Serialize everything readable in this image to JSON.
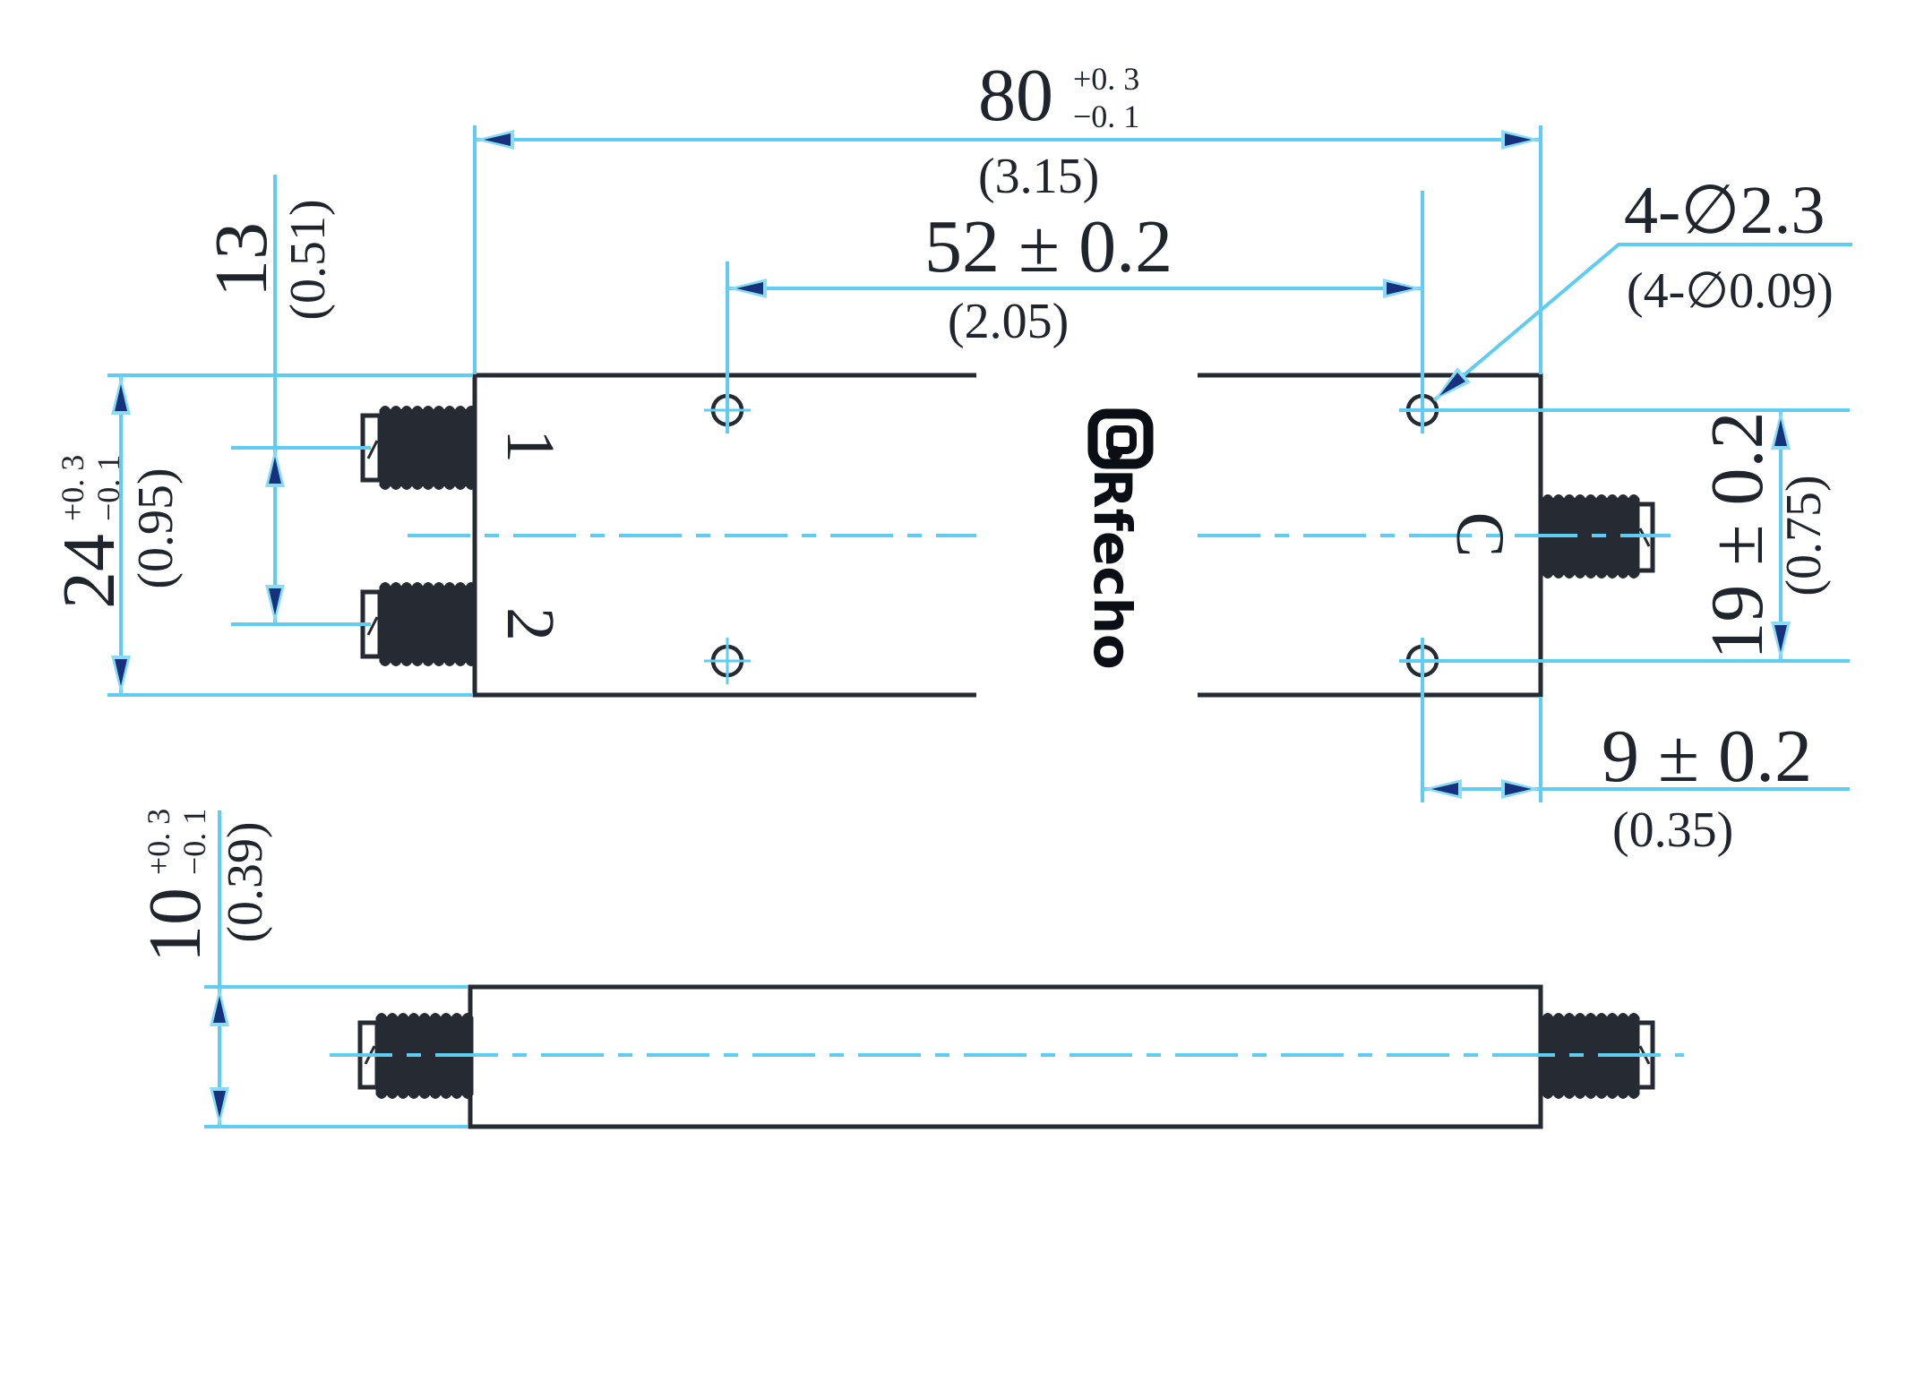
{
  "colors": {
    "dimension_line": "#5ecdf1",
    "arrow_outer": "#8adcf6",
    "arrow_core": "#16327c",
    "part_outline": "#262a33",
    "text": "#20242c",
    "background": "#ffffff"
  },
  "dimensions": {
    "length": {
      "mm": "80",
      "tol_plus": "+0. 3",
      "tol_minus": "−0. 1",
      "inch": "(3.15)"
    },
    "hole_pitch_x": {
      "mm": "52 ± 0.2",
      "inch": "(2.05)"
    },
    "port_pitch": {
      "mm": "13",
      "inch": "(0.51)"
    },
    "width": {
      "mm": "24",
      "tol_plus": "+0. 3",
      "tol_minus": "−0. 1",
      "inch": "(0.95)"
    },
    "hole_pitch_y": {
      "mm": "19 ± 0.2",
      "inch": "(0.75)"
    },
    "hole_edge_offset": {
      "mm": "9 ± 0.2",
      "inch": "(0.35)"
    },
    "thickness": {
      "mm": "10",
      "tol_plus": "+0. 3",
      "tol_minus": "−0. 1",
      "inch": "(0.39)"
    },
    "mounting_holes": {
      "mm": "4-∅2.3",
      "inch": "(4-∅0.09)"
    }
  },
  "ports": {
    "port1": "1",
    "port2": "2",
    "common": "C"
  },
  "watermark": {
    "text": "Rfecho"
  }
}
